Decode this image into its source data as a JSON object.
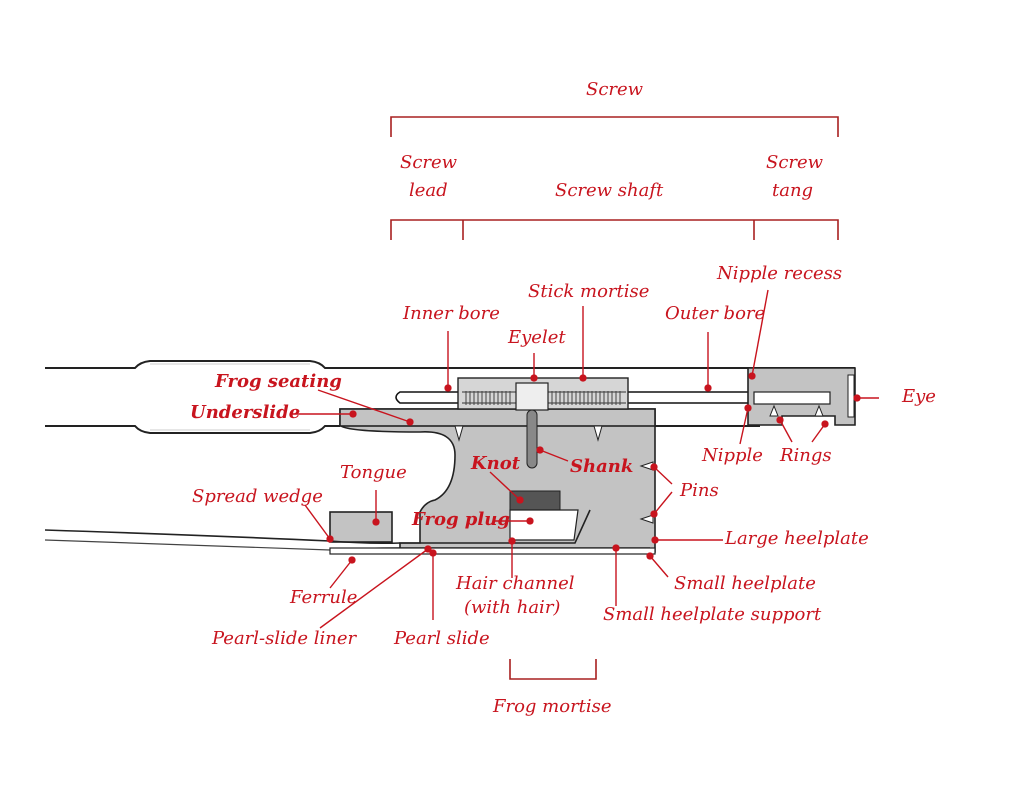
{
  "diagram": {
    "accent_color": "#c8141e",
    "part_color": "#c3c3c3",
    "labels": {
      "screw": "Screw",
      "screw_lead_1": "Screw",
      "screw_lead_2": "lead",
      "screw_shaft": "Screw shaft",
      "screw_tang_1": "Screw",
      "screw_tang_2": "tang",
      "nipple_recess": "Nipple recess",
      "stick_mortise": "Stick mortise",
      "inner_bore": "Inner bore",
      "outer_bore": "Outer bore",
      "eyelet": "Eyelet",
      "frog_seating": "Frog seating",
      "underslide": "Underslide",
      "eye": "Eye",
      "nipple": "Nipple",
      "rings": "Rings",
      "tongue": "Tongue",
      "knot": "Knot",
      "shank": "Shank",
      "pins": "Pins",
      "spread_wedge": "Spread wedge",
      "frog_plug": "Frog plug",
      "large_heelplate": "Large heelplate",
      "small_heelplate": "Small heelplate",
      "small_heelplate_support": "Small heelplate support",
      "hair_channel_1": "Hair channel",
      "hair_channel_2": "(with hair)",
      "ferrule": "Ferrule",
      "pearl_slide_liner": "Pearl-slide liner",
      "pearl_slide": "Pearl slide",
      "frog_mortise": "Frog mortise"
    }
  }
}
